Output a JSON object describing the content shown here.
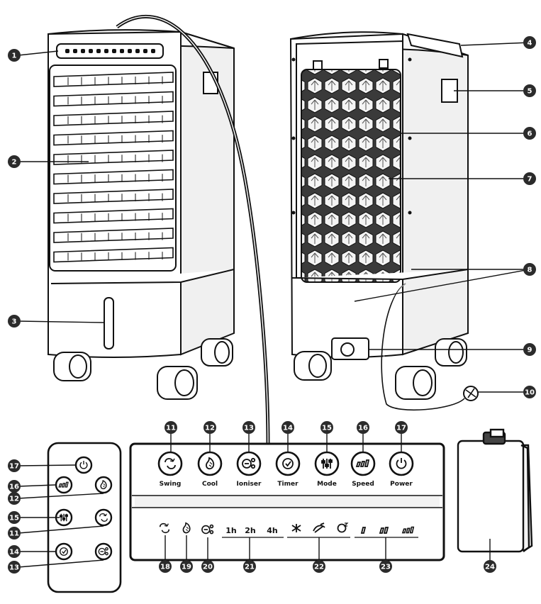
{
  "callouts": [
    "1",
    "2",
    "3",
    "4",
    "5",
    "6",
    "7",
    "8",
    "9",
    "10",
    "11",
    "12",
    "13",
    "14",
    "15",
    "16",
    "17",
    "18",
    "19",
    "20",
    "21",
    "22",
    "23",
    "24"
  ],
  "panel": {
    "buttons": [
      {
        "num": "11",
        "label": "Swing",
        "icon": "swing-icon"
      },
      {
        "num": "12",
        "label": "Cool",
        "icon": "cool-icon"
      },
      {
        "num": "13",
        "label": "Ioniser",
        "icon": "ioniser-icon"
      },
      {
        "num": "14",
        "label": "Timer",
        "icon": "timer-icon"
      },
      {
        "num": "15",
        "label": "Mode",
        "icon": "mode-icon"
      },
      {
        "num": "16",
        "label": "Speed",
        "icon": "speed-icon"
      },
      {
        "num": "17",
        "label": "Power",
        "icon": "power-icon"
      }
    ],
    "timers": [
      "1h",
      "2h",
      "4h"
    ]
  },
  "remote": {
    "buttons": [
      {
        "num": "17",
        "icon": "power-icon"
      },
      {
        "num": "16",
        "icon": "speed-icon"
      },
      {
        "num": "12",
        "icon": "cool-icon"
      },
      {
        "num": "15",
        "icon": "mode-icon"
      },
      {
        "num": "11",
        "icon": "swing-icon"
      },
      {
        "num": "14",
        "icon": "timer-icon"
      },
      {
        "num": "13",
        "icon": "ioniser-icon"
      }
    ]
  },
  "colors": {
    "line": "#111111",
    "badge": "#2b2b2b",
    "badge_text": "#ffffff",
    "fill": "#ffffff",
    "shade": "#e8e8e8"
  }
}
